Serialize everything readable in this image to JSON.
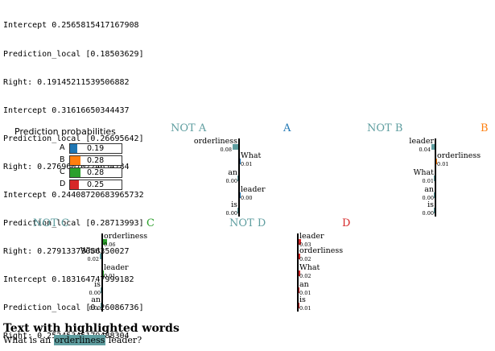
{
  "log_lines": [
    "Intercept 0.2565815417167908",
    "Prediction_local [0.18503629]",
    "Right: 0.19145211539506882",
    "Intercept 0.31616650344437",
    "Prediction_local [0.26695642]",
    "Right: 0.27696070224654784",
    "Intercept 0.24408720683965732",
    "Prediction_local [0.28713993]",
    "Right: 0.27913373056350027",
    "Intercept 0.183164747999182",
    "Prediction_local [0.26086736]",
    "Right: 0.25245345179488304"
  ],
  "prediction_probabilities": {
    "title": "Prediction probabilities",
    "items": [
      {
        "label": "A",
        "value": 0.19,
        "text": "0.19",
        "color": "#1f77b4"
      },
      {
        "label": "B",
        "value": 0.28,
        "text": "0.28",
        "color": "#ff7f0e"
      },
      {
        "label": "C",
        "value": 0.28,
        "text": "0.28",
        "color": "#2ca02c"
      },
      {
        "label": "D",
        "value": 0.25,
        "text": "0.25",
        "color": "#d62728"
      }
    ]
  },
  "explanations": [
    {
      "not_label": "NOT A",
      "class_label": "A",
      "class_color": "#1f77b4",
      "not_color": "#5f9ea0",
      "features": [
        {
          "word": "orderliness",
          "value": "0.08",
          "weight": 0.08,
          "side": "neg"
        },
        {
          "word": "What",
          "value": "0.01",
          "weight": 0.01,
          "side": "pos"
        },
        {
          "word": "an",
          "value": "0.00",
          "weight": 0.0,
          "side": "neg"
        },
        {
          "word": "leader",
          "value": "0.00",
          "weight": 0.0,
          "side": "pos"
        },
        {
          "word": "is",
          "value": "0.00",
          "weight": 0.0,
          "side": "neg"
        }
      ]
    },
    {
      "not_label": "NOT B",
      "class_label": "B",
      "class_color": "#ff7f0e",
      "not_color": "#5f9ea0",
      "features": [
        {
          "word": "leader",
          "value": "0.04",
          "weight": 0.04,
          "side": "neg"
        },
        {
          "word": "orderliness",
          "value": "0.01",
          "weight": 0.01,
          "side": "pos"
        },
        {
          "word": "What",
          "value": "0.01",
          "weight": 0.01,
          "side": "neg"
        },
        {
          "word": "an",
          "value": "0.00",
          "weight": 0.0,
          "side": "neg"
        },
        {
          "word": "is",
          "value": "0.00",
          "weight": 0.0,
          "side": "neg"
        }
      ]
    },
    {
      "not_label": "NOT C",
      "class_label": "C",
      "class_color": "#2ca02c",
      "not_color": "#5f9ea0",
      "features": [
        {
          "word": "orderliness",
          "value": "0.06",
          "weight": 0.06,
          "side": "pos"
        },
        {
          "word": "What",
          "value": "0.02",
          "weight": 0.02,
          "side": "neg"
        },
        {
          "word": "leader",
          "value": "0.01",
          "weight": 0.01,
          "side": "pos"
        },
        {
          "word": "is",
          "value": "0.00",
          "weight": 0.0,
          "side": "neg"
        },
        {
          "word": "an",
          "value": "0.00",
          "weight": 0.0,
          "side": "neg"
        }
      ]
    },
    {
      "not_label": "NOT D",
      "class_label": "D",
      "class_color": "#d62728",
      "not_color": "#5f9ea0",
      "features": [
        {
          "word": "leader",
          "value": "0.03",
          "weight": 0.03,
          "side": "pos"
        },
        {
          "word": "orderliness",
          "value": "0.02",
          "weight": 0.02,
          "side": "pos"
        },
        {
          "word": "What",
          "value": "0.02",
          "weight": 0.02,
          "side": "pos"
        },
        {
          "word": "an",
          "value": "0.01",
          "weight": 0.01,
          "side": "pos"
        },
        {
          "word": "is",
          "value": "0.01",
          "weight": 0.01,
          "side": "pos"
        }
      ]
    }
  ],
  "highlight": {
    "title": "Text with highlighted words",
    "before": "What is an ",
    "word": "orderliness",
    "after": " leader?",
    "color": "#5f9ea0"
  }
}
